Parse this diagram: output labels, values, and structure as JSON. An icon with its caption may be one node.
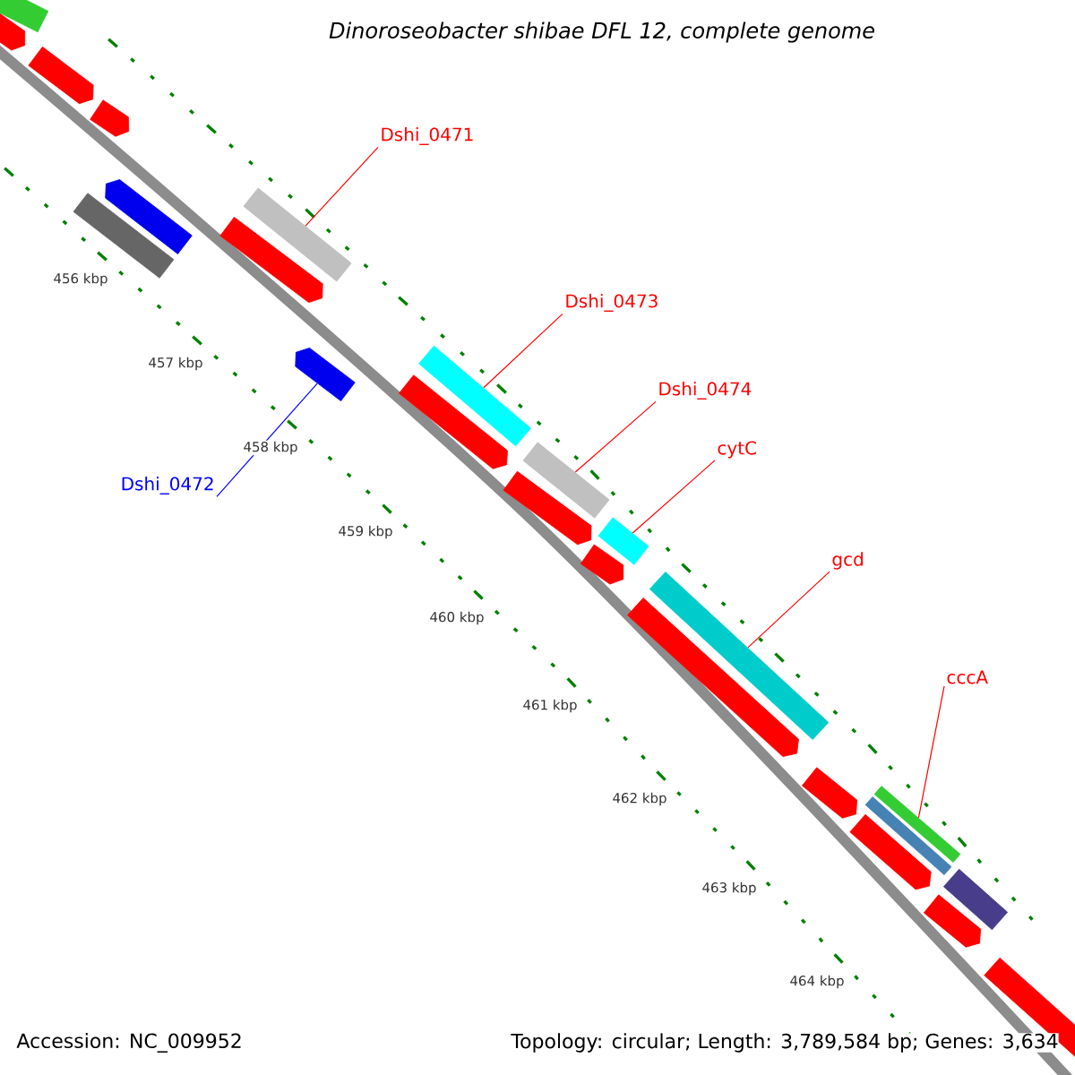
{
  "diagram": {
    "title": "Dinoroseobacter shibae DFL 12, complete genome",
    "nodes": [
      {
        "text": [
          "Dshi_0471"
        ]
      },
      {
        "text": [
          "Dshi_0473"
        ]
      },
      {
        "text": [
          "Dshi_0474"
        ]
      },
      {
        "text": [
          "cytC"
        ]
      },
      {
        "text": [
          "Dshi_0472"
        ]
      },
      {
        "text": [
          "gcd"
        ]
      },
      {
        "text": [
          "cccA"
        ]
      },
      {
        "text": [],
        "shape": "bar"
      },
      {
        "text": [],
        "shape": "bar"
      },
      {
        "text": [],
        "shape": "bar"
      },
      {
        "text": [],
        "shape": "bar"
      },
      {
        "text": [],
        "shape": "bar"
      },
      {
        "text": [],
        "shape": "bar"
      },
      {
        "text": [],
        "shape": "bar"
      },
      {
        "text": [],
        "shape": "bar"
      },
      {
        "text": [],
        "shape": "bar"
      },
      {
        "text": [],
        "shape": "bar"
      },
      {
        "text": [],
        "shape": "bar"
      },
      {
        "text": [],
        "shape": "bar"
      },
      {
        "text": [],
        "shape": "bar"
      },
      {
        "text": [],
        "shape": "bar"
      },
      {
        "text": [],
        "shape": "bar"
      },
      {
        "text": [],
        "shape": "bar"
      },
      {
        "text": [],
        "shape": "bar"
      },
      {
        "text": [],
        "shape": "bar"
      },
      {
        "text": [],
        "shape": "bar"
      },
      {
        "text": [],
        "shape": "bar"
      },
      {
        "text": [],
        "shape": "bar"
      },
      {
        "text": [],
        "shape": "bar"
      },
      {
        "text": [],
        "shape": "bar"
      },
      {
        "text": [],
        "shape": "bar"
      }
    ],
    "edges": [
      {
        "from": 0,
        "to": 12,
        "arrow": "none"
      },
      {
        "from": 1,
        "to": 16,
        "arrow": "none"
      },
      {
        "from": 2,
        "to": 18,
        "arrow": "none"
      },
      {
        "from": 3,
        "to": 20,
        "arrow": "none"
      },
      {
        "from": 4,
        "to": 15,
        "arrow": "none",
        "color": "#0000ff"
      },
      {
        "from": 5,
        "to": 22,
        "arrow": "none"
      },
      {
        "from": 6,
        "to": 25,
        "arrow": "none"
      }
    ],
    "labels": [
      "456 kbp",
      "457 kbp",
      "458 kbp",
      "459 kbp",
      "460 kbp",
      "461 kbp",
      "462 kbp",
      "463 kbp",
      "464 kbp",
      "Accession: NC_009952",
      "Topology: circular; Length: 3,789,584 bp; Genes: 3,634"
    ]
  }
}
